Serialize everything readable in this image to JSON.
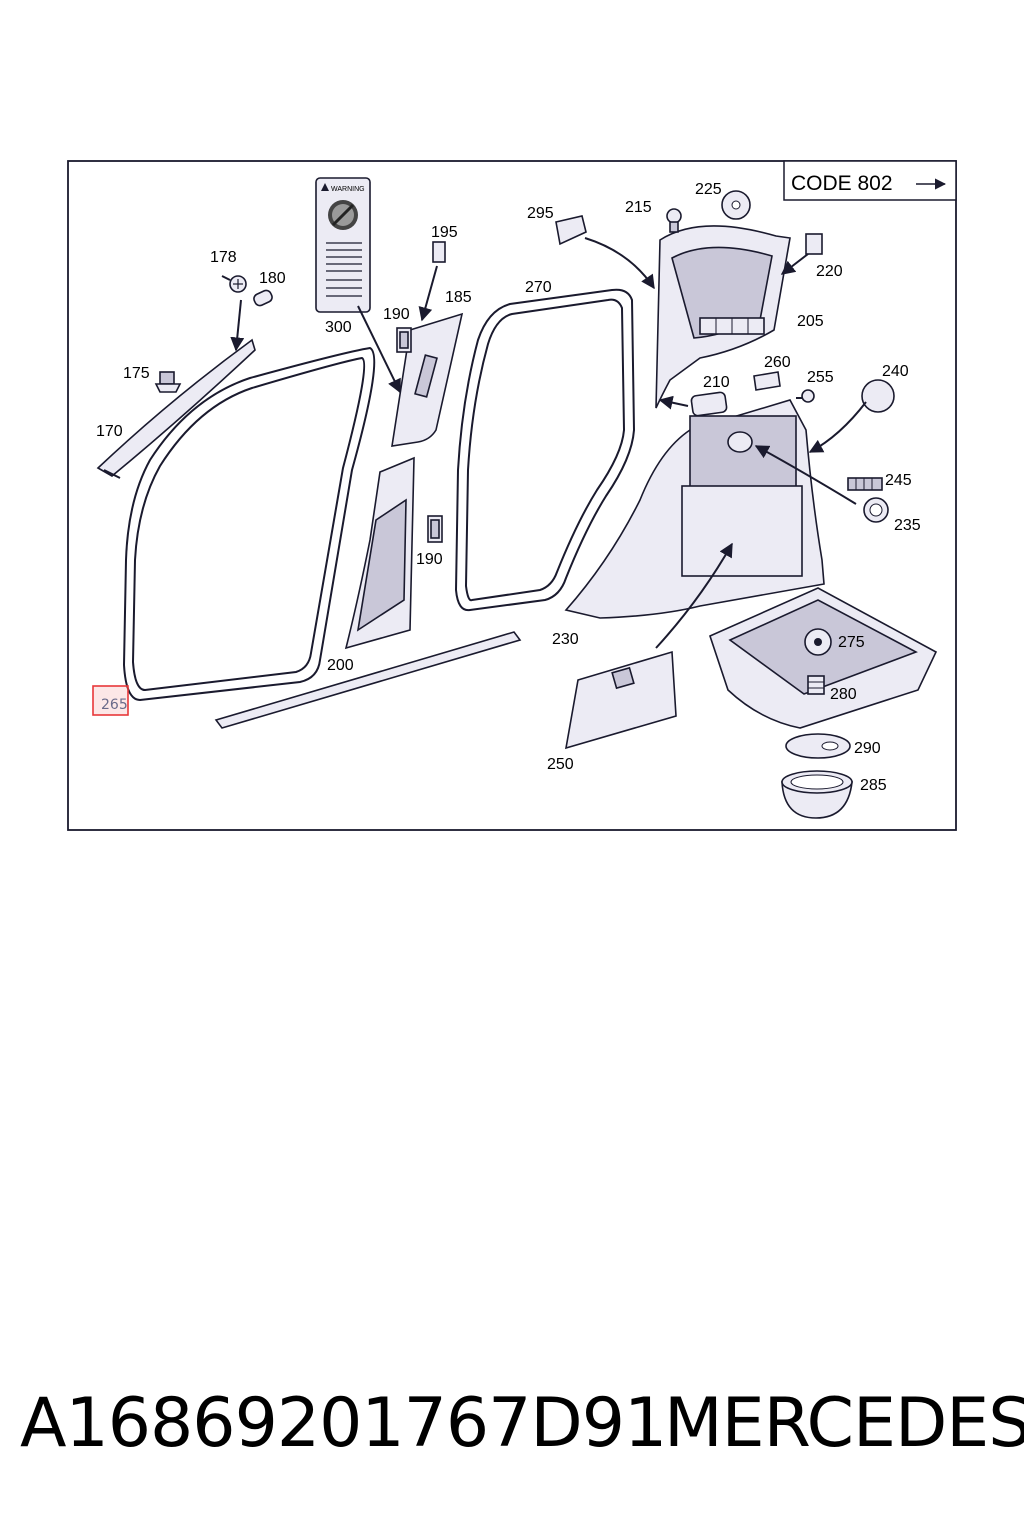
{
  "header_box": {
    "code_label": "CODE 802"
  },
  "warning_label": {
    "title": "WARNING"
  },
  "parts": {
    "p170": "170",
    "p175": "175",
    "p178": "178",
    "p180": "180",
    "p185": "185",
    "p190a": "190",
    "p190b": "190",
    "p195": "195",
    "p200": "200",
    "p205": "205",
    "p210": "210",
    "p215": "215",
    "p220": "220",
    "p225": "225",
    "p230": "230",
    "p235": "235",
    "p240": "240",
    "p245": "245",
    "p250": "250",
    "p255": "255",
    "p260": "260",
    "p265": "265",
    "p270": "270",
    "p275": "275",
    "p280": "280",
    "p285": "285",
    "p290": "290",
    "p295": "295",
    "p300": "300"
  },
  "highlight_color": "#e8383a",
  "footer": {
    "part_number": "A16869201767D91",
    "brand": "MERCEDES"
  }
}
